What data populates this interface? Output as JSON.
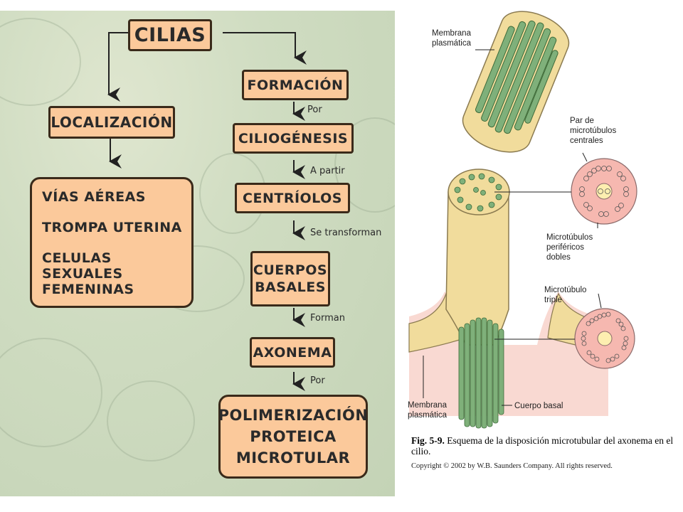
{
  "concept_map": {
    "root": "CILIAS",
    "localizacion": "LOCALIZACIÓN",
    "locations": [
      "VÍAS AÉREAS",
      "TROMPA UTERINA",
      "CELULAS SEXUALES",
      "FEMENINAS"
    ],
    "formacion": "FORMACIÓN",
    "por_1": "Por",
    "ciliogenesis": "CILIOGÉNESIS",
    "a_partir": "A partir",
    "centriolos": "CENTRÍOLOS",
    "se_transforman": "Se transforman",
    "cuerpos_basales_1": "CUERPOS",
    "cuerpos_basales_2": "BASALES",
    "forman": "Forman",
    "axonema": "AXONEMA",
    "por_2": "Por",
    "polimerizacion_1": "POLIMERIZACIÓN",
    "polimerizacion_2": "PROTEICA",
    "polimerizacion_3": "MICROTULAR"
  },
  "figure": {
    "membrana_top_1": "Membrana",
    "membrana_top_2": "plasmática",
    "par_1": "Par de",
    "par_2": "microtúbulos",
    "par_3": "centrales",
    "periph_1": "Microtúbulos",
    "periph_2": "periféricos",
    "periph_3": "dobles",
    "triple_1": "Microtúbulo",
    "triple_2": "triple",
    "membrana_bottom_1": "Membrana",
    "membrana_bottom_2": "plasmática",
    "cuerpo_basal": "Cuerpo basal",
    "caption_bold": "Fig. 5-9.",
    "caption_text": " Esquema de la disposición microtubular del axonema en el cilio.",
    "copyright": "Copyright © 2002 by W.B. Saunders Company. All rights reserved."
  },
  "colors": {
    "box_fill": "#fbc99b",
    "background_green": "#cfdcc1",
    "microtubule_green": "#7fb07a",
    "cilium_tan": "#f1dc9c",
    "cross_section_pink": "#f6b8b0"
  }
}
